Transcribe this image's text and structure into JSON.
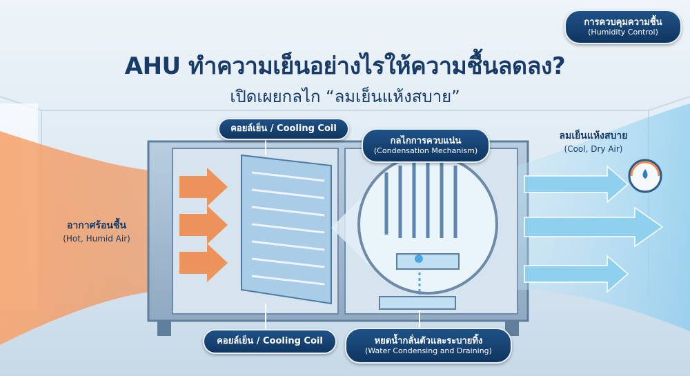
{
  "header": {
    "title": "AHU ทำความเย็นอย่างไรให้ความชื้นลดลง?",
    "subtitle": "เปิดเผยกลไก “ลมเย็นแห้งสบาย”",
    "badge": {
      "thai": "การควบคุมความชื้น",
      "english": "(Humidity Control)"
    }
  },
  "labels": {
    "cooling_coil_top": "คอยล์เย็น / Cooling Coil",
    "condensation": {
      "thai": "กลไกการควบแน่น",
      "english": "(Condensation Mechanism)"
    },
    "cool_dry_air": {
      "thai": "ลมเย็นแห้งสบาย",
      "english": "(Cool, Dry Air)"
    },
    "hot_humid_air": {
      "thai": "อากาศร้อนชื้น",
      "english": "(Hot, Humid Air)"
    },
    "cooling_coil_bottom": "คอยล์เย็น / Cooling Coil",
    "water_draining": {
      "thai": "หยดน้ำกลั่นตัวและระบายทิ้ง",
      "english": "(Water Condensing and Draining)"
    }
  },
  "colors": {
    "navy": "#173a66",
    "hot_air": "#f08a4b",
    "cool_air": "#8fd0ef"
  }
}
